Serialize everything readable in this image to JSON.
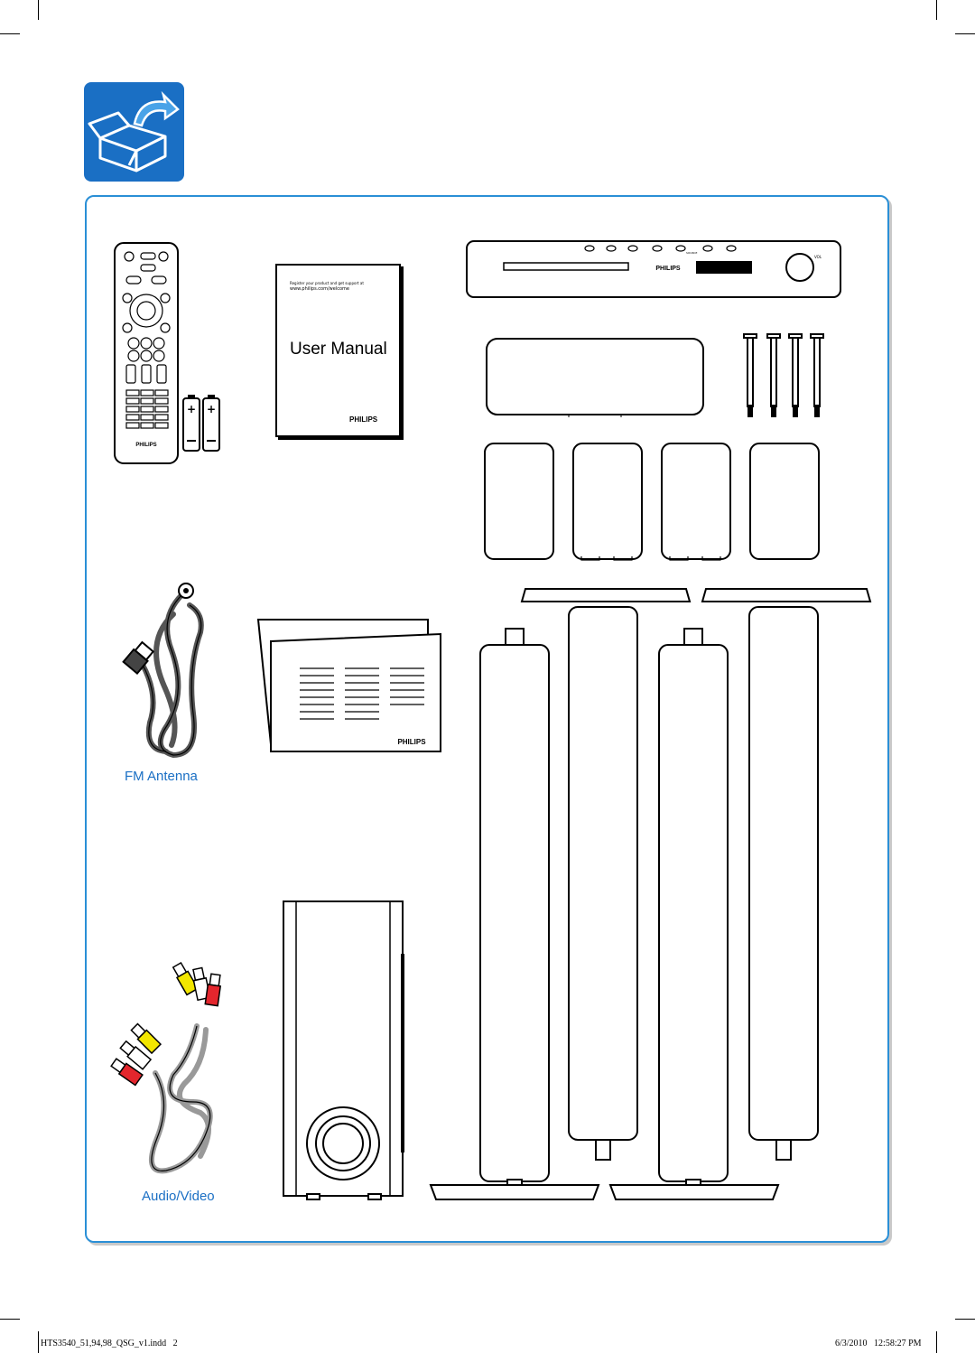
{
  "manual": {
    "url": "www.philips.com/welcome",
    "register_text": "Register your product and get support at",
    "title": "User Manual",
    "brand": "PHILIPS"
  },
  "remote": {
    "brand": "PHILIPS"
  },
  "leaflet": {
    "brand": "PHILIPS"
  },
  "player": {
    "brand": "PHILIPS",
    "button_label": "SOURCE",
    "knob_label": "VOL"
  },
  "labels": {
    "fm_antenna": "FM Antenna",
    "audio_video": "Audio/Video"
  },
  "colors": {
    "accent": "#1a6fc4",
    "panel_border": "#2a8fd6",
    "cable_yellow": "#f2e600",
    "cable_red": "#e3262d"
  },
  "icons": {
    "header_icon": "open-box-arrow-icon"
  },
  "footer": {
    "left": "HTS3540_51,94,98_QSG_v1.indd   2",
    "right": "6/3/2010   12:58:27 PM"
  }
}
